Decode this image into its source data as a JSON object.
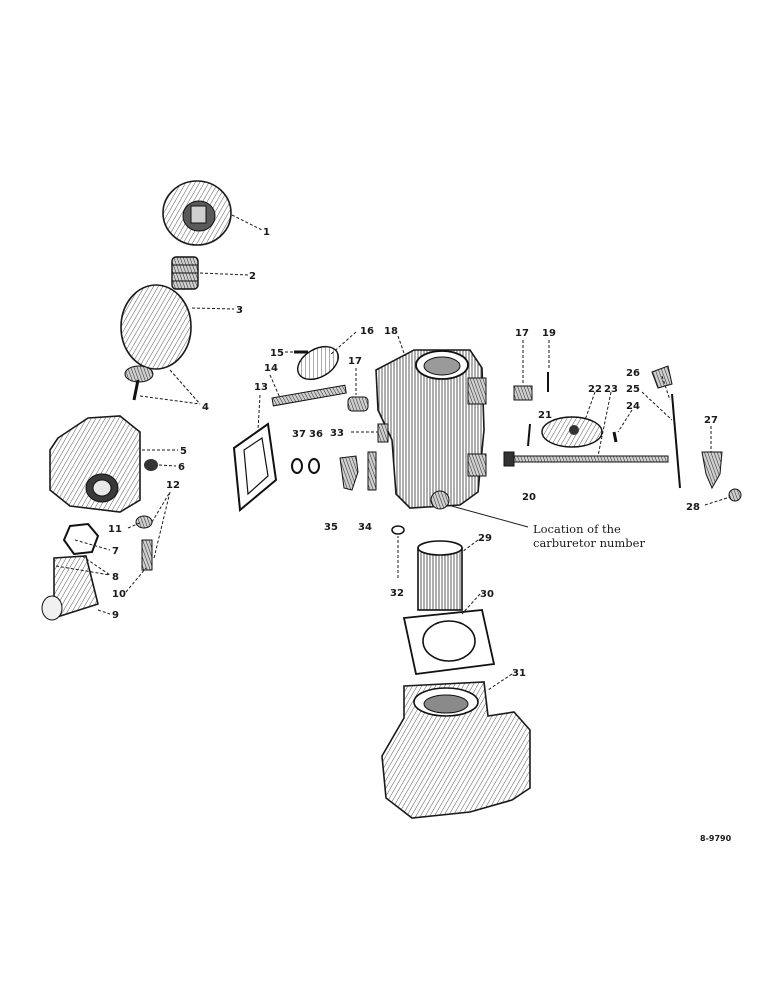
{
  "diagram": {
    "figure_id": "8-9790",
    "location_note_line1": "Location of the",
    "location_note_line2": "carburetor number",
    "callouts": [
      {
        "id": "c1",
        "label": "1"
      },
      {
        "id": "c2",
        "label": "2"
      },
      {
        "id": "c3",
        "label": "3"
      },
      {
        "id": "c4",
        "label": "4"
      },
      {
        "id": "c5",
        "label": "5"
      },
      {
        "id": "c6",
        "label": "6"
      },
      {
        "id": "c7",
        "label": "7"
      },
      {
        "id": "c8",
        "label": "8"
      },
      {
        "id": "c9",
        "label": "9"
      },
      {
        "id": "c10",
        "label": "10"
      },
      {
        "id": "c11",
        "label": "11"
      },
      {
        "id": "c12",
        "label": "12"
      },
      {
        "id": "c13",
        "label": "13"
      },
      {
        "id": "c14",
        "label": "14"
      },
      {
        "id": "c15",
        "label": "15"
      },
      {
        "id": "c16",
        "label": "16"
      },
      {
        "id": "c17a",
        "label": "17"
      },
      {
        "id": "c17b",
        "label": "17"
      },
      {
        "id": "c18",
        "label": "18"
      },
      {
        "id": "c19",
        "label": "19"
      },
      {
        "id": "c20",
        "label": "20"
      },
      {
        "id": "c21",
        "label": "21"
      },
      {
        "id": "c22",
        "label": "22"
      },
      {
        "id": "c23",
        "label": "23"
      },
      {
        "id": "c24",
        "label": "24"
      },
      {
        "id": "c25",
        "label": "25"
      },
      {
        "id": "c26",
        "label": "26"
      },
      {
        "id": "c27",
        "label": "27"
      },
      {
        "id": "c28",
        "label": "28"
      },
      {
        "id": "c29",
        "label": "29"
      },
      {
        "id": "c30",
        "label": "30"
      },
      {
        "id": "c31",
        "label": "31"
      },
      {
        "id": "c32",
        "label": "32"
      },
      {
        "id": "c33",
        "label": "33"
      },
      {
        "id": "c34",
        "label": "34"
      },
      {
        "id": "c35",
        "label": "35"
      },
      {
        "id": "c36",
        "label": "36"
      },
      {
        "id": "c37",
        "label": "37"
      }
    ]
  }
}
